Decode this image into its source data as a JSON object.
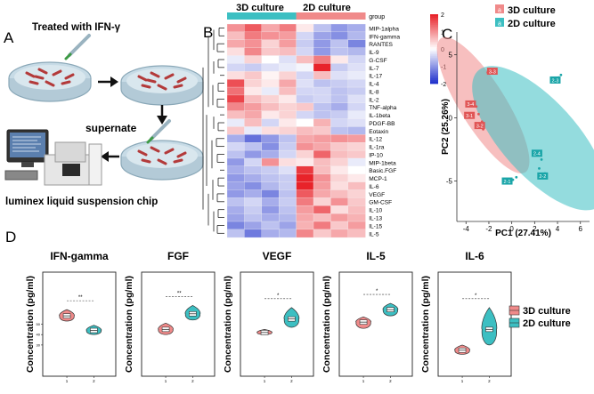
{
  "panels": {
    "a": "A",
    "b": "B",
    "c": "C",
    "d": "D"
  },
  "panel_a": {
    "treated_label": "Treated with IFN-γ",
    "supernate_label": "supernate",
    "chip_label": "luminex liquid suspension chip"
  },
  "colors": {
    "culture_3d": "#f08a8a",
    "culture_2d": "#3cbfc2",
    "heat_high": "#e8232a",
    "heat_mid": "#ffffff",
    "heat_low": "#2233cc"
  },
  "groups": [
    "3D culture",
    "2D culture"
  ],
  "chart_data": [
    {
      "type": "heatmap",
      "annotation_label": "group",
      "columns": [
        "3D culture",
        "3D culture",
        "3D culture",
        "3D culture",
        "2D culture",
        "2D culture",
        "2D culture",
        "2D culture"
      ],
      "rows": [
        "MIP-1alpha",
        "IFN-gamma",
        "RANTES",
        "IL-9",
        "G-CSF",
        "IL-7",
        "IL-17",
        "IL-4",
        "IL-8",
        "IL-2",
        "TNF-alpha",
        "IL-1beta",
        "PDGF-BB",
        "Eotaxin",
        "IL-12",
        "IL-1ra",
        "IP-10",
        "MIP-1beta",
        "Basic.FGF",
        "MCP-1",
        "IL-6",
        "VEGF",
        "GM-CSF",
        "IL-10",
        "IL-13",
        "IL-15",
        "IL-5"
      ],
      "values": [
        [
          1.0,
          1.5,
          0.8,
          1.2,
          0.2,
          -0.6,
          -1.0,
          -0.8
        ],
        [
          0.6,
          1.2,
          1.0,
          0.9,
          -0.4,
          -0.9,
          -1.1,
          -0.7
        ],
        [
          0.8,
          1.0,
          0.4,
          0.9,
          -0.5,
          -1.0,
          -0.6,
          -1.2
        ],
        [
          0.3,
          1.1,
          0.5,
          0.6,
          -0.4,
          -1.0,
          -0.6,
          -0.7
        ],
        [
          -0.2,
          0.4,
          0.0,
          -0.3,
          0.6,
          1.2,
          0.2,
          -0.4
        ],
        [
          -0.4,
          -0.5,
          -0.3,
          -0.2,
          -0.1,
          2.0,
          -0.5,
          -0.3
        ],
        [
          0.3,
          0.5,
          0.1,
          0.4,
          -0.4,
          0.6,
          -0.3,
          -0.2
        ],
        [
          1.6,
          0.4,
          0.2,
          0.8,
          -0.3,
          -0.6,
          -0.5,
          -0.4
        ],
        [
          1.3,
          0.2,
          -0.2,
          0.6,
          -0.4,
          -0.4,
          -0.6,
          -0.5
        ],
        [
          1.7,
          0.6,
          0.4,
          0.2,
          -0.5,
          -0.4,
          -0.6,
          -0.3
        ],
        [
          1.1,
          0.9,
          0.6,
          0.4,
          0.5,
          -0.6,
          -0.8,
          -0.4
        ],
        [
          0.6,
          0.8,
          0.2,
          0.4,
          -0.4,
          -0.6,
          -0.5,
          -0.2
        ],
        [
          -0.2,
          0.6,
          -0.4,
          0.2,
          0.0,
          0.7,
          -0.4,
          -0.3
        ],
        [
          0.5,
          -0.2,
          0.3,
          0.4,
          0.6,
          0.5,
          -0.6,
          -0.7
        ],
        [
          -0.8,
          -1.4,
          -1.0,
          -0.6,
          0.8,
          0.9,
          1.0,
          0.9
        ],
        [
          -0.4,
          -0.6,
          -1.1,
          -0.5,
          1.0,
          0.8,
          0.5,
          0.4
        ],
        [
          -0.6,
          -1.0,
          -0.8,
          -0.4,
          0.4,
          1.4,
          0.6,
          0.5
        ],
        [
          -1.0,
          -0.4,
          1.0,
          0.3,
          0.2,
          0.6,
          0.4,
          -0.2
        ],
        [
          -0.8,
          -0.6,
          -0.5,
          -0.3,
          1.8,
          0.6,
          0.2,
          0.0
        ],
        [
          -1.0,
          -0.8,
          -0.6,
          -0.5,
          2.1,
          1.0,
          0.4,
          0.2
        ],
        [
          -0.9,
          -1.1,
          -0.7,
          -0.5,
          2.0,
          0.9,
          0.3,
          0.6
        ],
        [
          -1.0,
          -0.8,
          -1.2,
          -0.6,
          1.5,
          0.8,
          0.6,
          0.4
        ],
        [
          -0.6,
          -0.4,
          -0.8,
          -0.5,
          1.2,
          0.4,
          1.0,
          0.5
        ],
        [
          -0.8,
          -0.5,
          -1.0,
          -0.6,
          0.9,
          1.4,
          0.3,
          0.6
        ],
        [
          -0.9,
          -0.6,
          -0.8,
          -0.7,
          0.8,
          0.6,
          0.9,
          0.7
        ],
        [
          -1.2,
          -0.9,
          -0.6,
          -0.9,
          0.7,
          1.2,
          0.5,
          0.9
        ],
        [
          -0.6,
          -1.3,
          -0.8,
          -0.7,
          1.1,
          0.5,
          0.8,
          0.6
        ]
      ],
      "color_scale": {
        "min": -2,
        "max": 2,
        "ticks": [
          2,
          1,
          0,
          -1,
          -2
        ]
      }
    },
    {
      "type": "scatter",
      "xlabel": "PC1 (27.41%)",
      "ylabel": "PC2 (25.26%)",
      "xlim": [
        -4.8,
        6.8
      ],
      "ylim": [
        -8.2,
        6.8
      ],
      "xticks": [
        -4,
        -2,
        0,
        2,
        4,
        6
      ],
      "yticks": [
        5,
        0,
        -5
      ],
      "series": [
        {
          "name": "3D culture",
          "legend_marker": "a",
          "points": [
            [
              -1.9,
              3.8
            ],
            [
              -2.1,
              3.6
            ],
            [
              -3.3,
              1.1
            ],
            [
              -3.1,
              0.9
            ],
            [
              -2.9,
              0.3
            ],
            [
              -2.6,
              -0.3
            ],
            [
              -2.8,
              -0.5
            ],
            [
              -2.5,
              -0.9
            ]
          ],
          "labels": [
            {
              "text": "3-3",
              "x": -1.7,
              "y": 3.7
            },
            {
              "text": "3-4",
              "x": -3.6,
              "y": 1.1
            },
            {
              "text": "3-1",
              "x": -3.7,
              "y": 0.2
            },
            {
              "text": "3-2",
              "x": -2.8,
              "y": -0.6
            }
          ]
        },
        {
          "name": "2D culture",
          "legend_marker": "a",
          "points": [
            [
              4.1,
              3.2
            ],
            [
              4.3,
              3.4
            ],
            [
              2.3,
              -2.9
            ],
            [
              2.6,
              -3.3
            ],
            [
              2.4,
              -4.0
            ],
            [
              0.1,
              -4.9
            ],
            [
              0.4,
              -4.7
            ],
            [
              2.9,
              -4.4
            ]
          ],
          "labels": [
            {
              "text": "2-3",
              "x": 3.8,
              "y": 3.0
            },
            {
              "text": "2-4",
              "x": 2.2,
              "y": -2.8
            },
            {
              "text": "2-1",
              "x": -0.4,
              "y": -5.0
            },
            {
              "text": "2-2",
              "x": 2.7,
              "y": -4.6
            }
          ]
        }
      ]
    },
    {
      "type": "violin",
      "title": "IFN-gamma",
      "ylabel": "Concentration (pg/ml)",
      "categories": [
        "1",
        "2"
      ],
      "ylim": [
        0,
        100
      ],
      "yticks": [
        30,
        40,
        50
      ],
      "values": [
        {
          "median": 58,
          "min": 53,
          "max": 64
        },
        {
          "median": 44,
          "min": 40,
          "max": 49
        }
      ],
      "significance": "**"
    },
    {
      "type": "violin",
      "title": "FGF",
      "ylabel": "Concentration (pg/ml)",
      "categories": [
        "1",
        "2"
      ],
      "ylim": [
        0,
        100
      ],
      "yticks": [],
      "values": [
        {
          "median": 45,
          "min": 40,
          "max": 51
        },
        {
          "median": 60,
          "min": 54,
          "max": 68
        }
      ],
      "significance": "**"
    },
    {
      "type": "violin",
      "title": "VEGF",
      "ylabel": "Concentration (pg/ml)",
      "categories": [
        "1",
        "2"
      ],
      "ylim": [
        0,
        100
      ],
      "yticks": [],
      "values": [
        {
          "median": 42,
          "min": 40,
          "max": 45
        },
        {
          "median": 55,
          "min": 47,
          "max": 66
        }
      ],
      "significance": "*"
    },
    {
      "type": "violin",
      "title": "IL-5",
      "ylabel": "Concentration (pg/ml)",
      "categories": [
        "1",
        "2"
      ],
      "ylim": [
        0,
        100
      ],
      "yticks": [],
      "values": [
        {
          "median": 52,
          "min": 46,
          "max": 57
        },
        {
          "median": 64,
          "min": 58,
          "max": 70
        }
      ],
      "significance": "*"
    },
    {
      "type": "violin",
      "title": "IL-6",
      "ylabel": "Concentration (pg/ml)",
      "categories": [
        "1",
        "2"
      ],
      "ylim": [
        0,
        100
      ],
      "yticks": [],
      "values": [
        {
          "median": 25,
          "min": 21,
          "max": 30
        },
        {
          "median": 45,
          "min": 30,
          "max": 66
        }
      ],
      "significance": "*"
    }
  ]
}
